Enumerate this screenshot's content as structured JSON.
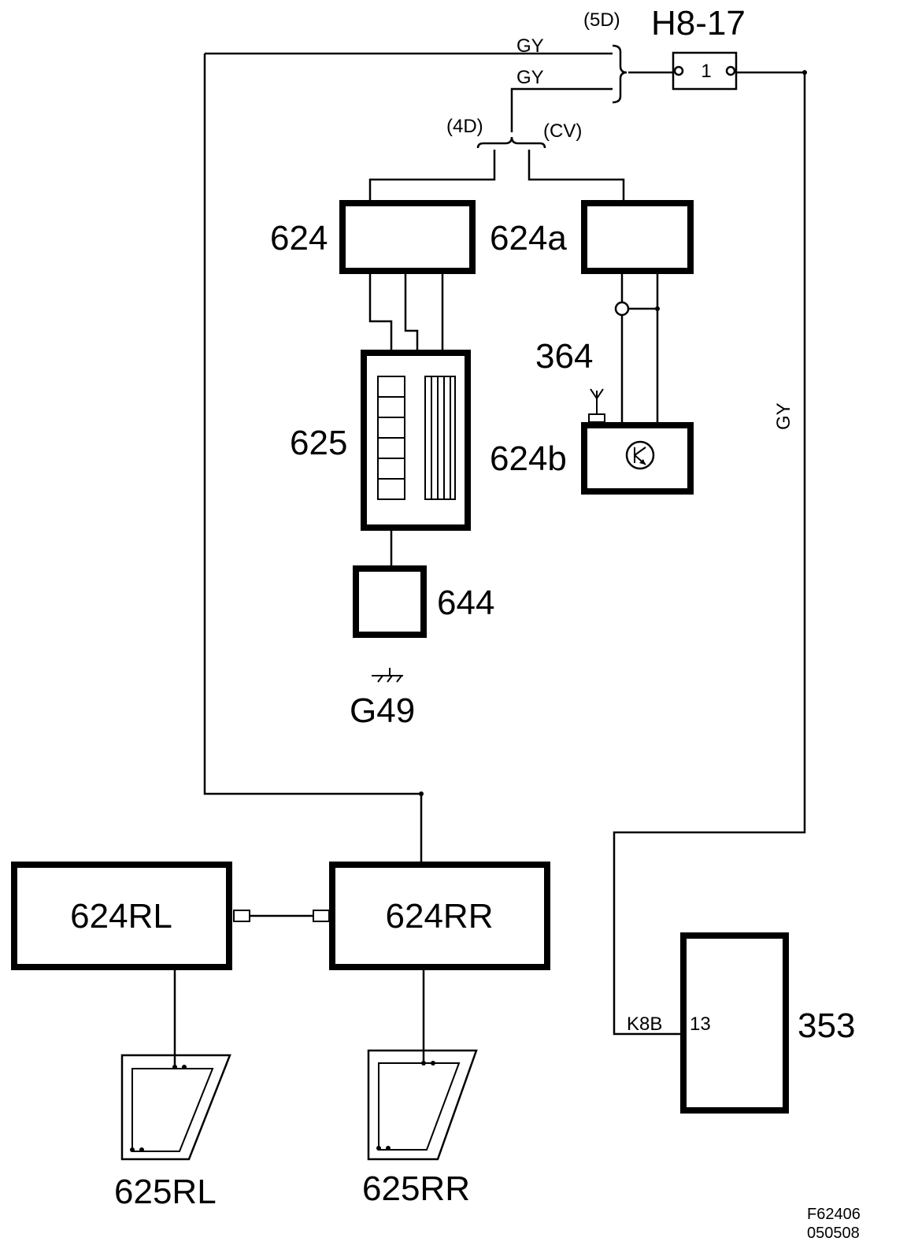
{
  "labels": {
    "connector_title": "H8-17",
    "pin_5d": "(5D)",
    "pin_4d": "(4D)",
    "pin_cv": "(CV)",
    "wire_gy_top": "GY",
    "wire_gy_mid": "GY",
    "wire_gy_right": "GY",
    "connector_pin": "1",
    "c624": "624",
    "c624a": "624a",
    "c364": "364",
    "c625": "625",
    "c624b": "624b",
    "c644": "644",
    "g49": "G49",
    "c624rl": "624RL",
    "c624rr": "624RR",
    "k8b": "K8B",
    "pin13": "13",
    "c353": "353",
    "c625rl": "625RL",
    "c625rr": "625RR",
    "fig_id": "F62406",
    "fig_date": "050508"
  }
}
